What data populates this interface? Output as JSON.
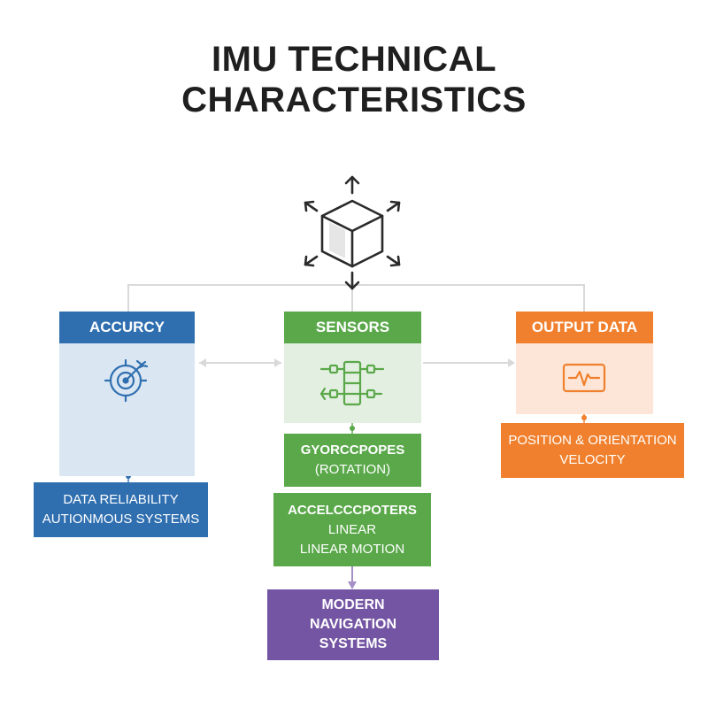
{
  "title": {
    "line1": "IMU TECHNICAL",
    "line2": "CHARACTERISTICS"
  },
  "colors": {
    "blue": "#2f6fb0",
    "blue_light": "#dbe6f3",
    "green": "#5aa84a",
    "green_light": "#e3efe0",
    "orange": "#f0802d",
    "orange_light": "#fde6d7",
    "purple": "#7455a3",
    "connector": "#d6d6d6"
  },
  "hub": {
    "icon": "cube-with-arrows-icon"
  },
  "accuracy": {
    "header": "ACCURCY",
    "icon": "target-icon",
    "detail": {
      "line1": "DATA RELIABILITY",
      "line2": "AUTIONMOUS SYSTEMS"
    }
  },
  "sensors": {
    "header": "SENSORS",
    "icon": "sensor-array-icon",
    "gyro": {
      "line1": "GYORCCPOPES",
      "line2": "(ROTATION)"
    },
    "accel": {
      "line1": "ACCELCCCPOTERS",
      "line2": "LINEAR",
      "line3": "LINEAR MOTION"
    },
    "nav": {
      "line1": "MODERN",
      "line2": "NAVIGATION",
      "line3": "SYSTEMS"
    }
  },
  "output": {
    "header": "OUTPUT DATA",
    "icon": "waveform-monitor-icon",
    "detail": {
      "line1": "POSITION & ORIENTATION",
      "line2": "VELOCITY"
    }
  }
}
